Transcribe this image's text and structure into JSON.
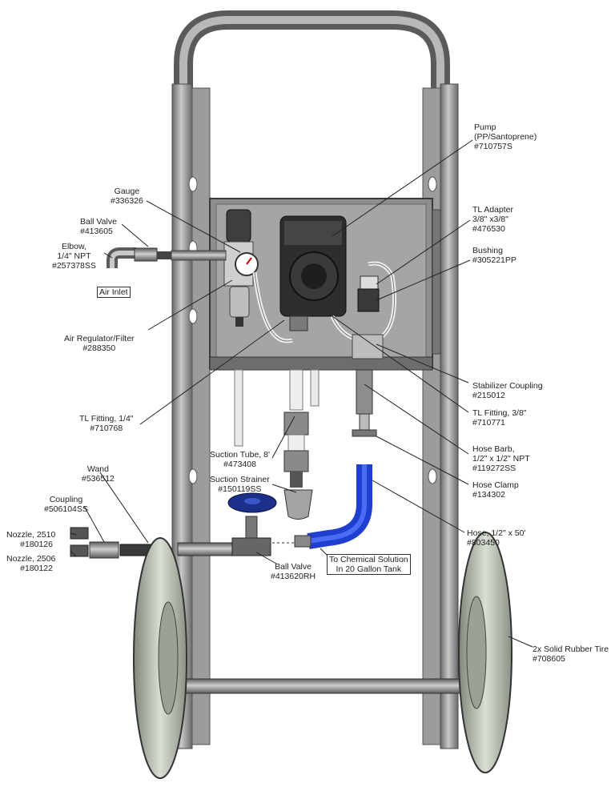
{
  "labels": {
    "pump": [
      "Pump",
      "(PP/Santoprene)",
      "#710757S"
    ],
    "gauge": [
      "Gauge",
      "#336326"
    ],
    "ball_valve_top": [
      "Ball Valve",
      "#413605"
    ],
    "elbow": [
      "Elbow,",
      "1/4\" NPT",
      "#257378SS"
    ],
    "air_inlet": "Air Inlet",
    "tl_adapter": [
      "TL Adapter",
      "3/8\" x3/8\"",
      "#476530"
    ],
    "bushing": [
      "Bushing",
      "#305221PP"
    ],
    "air_regulator": [
      "Air Regulator/Filter",
      "#288350"
    ],
    "stabilizer_coupling": [
      "Stabilizer Coupling",
      "#215012"
    ],
    "tl_fitting_38": [
      "TL Fitting, 3/8\"",
      "#710771"
    ],
    "tl_fitting_14": [
      "TL Fitting, 1/4\"",
      "#710768"
    ],
    "hose_barb": [
      "Hose Barb,",
      "1/2\" x 1/2\" NPT",
      "#119272SS"
    ],
    "suction_tube": [
      "Suction Tube, 8'",
      "#473408"
    ],
    "wand": [
      "Wand",
      "#536512"
    ],
    "hose_clamp": [
      "Hose Clamp",
      "#134302"
    ],
    "suction_strainer": [
      "Suction Strainer",
      "#150119SS"
    ],
    "coupling": [
      "Coupling",
      "#506104SS"
    ],
    "hose": [
      "Hose, 1/2\" x 50'",
      "#803450"
    ],
    "nozzle_2510": [
      "Nozzle, 2510",
      "#180126"
    ],
    "nozzle_2506": [
      "Nozzle, 2506",
      "#180122"
    ],
    "chemical": [
      "To Chemical Solution",
      "In 20 Gallon Tank"
    ],
    "ball_valve_bottom": [
      "Ball Valve",
      "#413620RH"
    ],
    "tire": [
      "2x Solid Rubber Tire",
      "#708605"
    ]
  },
  "colors": {
    "frame": "#8a8a8a",
    "frame_dark": "#5e5e5e",
    "panel": "#9a9a9a",
    "hose_blue": "#1f3fd0",
    "tire": "#c9d0c4",
    "leader": "#222222"
  }
}
